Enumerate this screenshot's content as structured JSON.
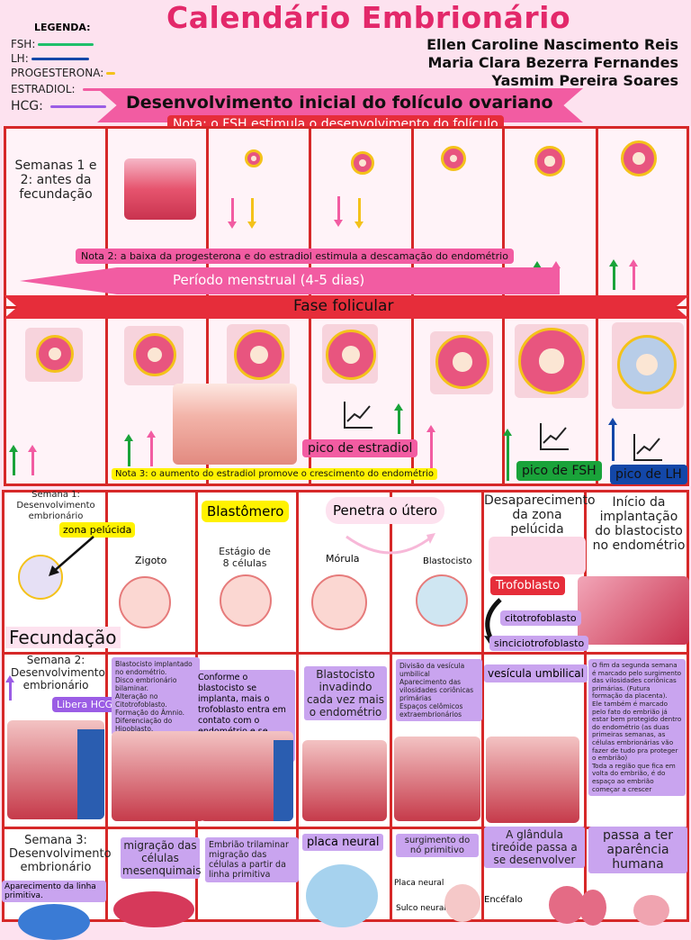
{
  "header": {
    "title": "Calendário Embrionário",
    "authors": [
      "Ellen Caroline Nascimento Reis",
      "Maria Clara Bezerra Fernandes",
      "Yasmim Pereira Soares"
    ]
  },
  "legend": {
    "title": "LEGENDA:",
    "items": [
      {
        "label": "FSH:",
        "color": "#1fbf6a"
      },
      {
        "label": "LH:",
        "color": "#1347a8"
      },
      {
        "label": "PROGESTERONA:",
        "color": "#f4c21a"
      },
      {
        "label": "ESTRADIOL:",
        "color": "#f25ca2"
      },
      {
        "label": "HCG:",
        "color": "#9b5de5"
      }
    ]
  },
  "section1": {
    "ribbon": "Desenvolvimento inicial do folículo ovariano",
    "note1": "Nota: o FSH estimula o desenvolvimento do folículo",
    "weeks_label": "Semanas 1 e 2: antes da fecundação",
    "note2": "Nota 2: a baixa da progesterona e do estradiol estimula a descamação do endométrio",
    "menstrual": "Período menstrual (4-5 dias)",
    "phase": "Fase folicular",
    "note3": "Nota 3: o aumento do estradiol promove o crescimento do endométrio",
    "peak_estradiol": "pico de estradiol",
    "peak_fsh": "pico de FSH",
    "peak_lh": "pico de LH"
  },
  "section2": {
    "week1": "Semana 1: Desenvolvimento embrionário",
    "zona": "zona pelúcida",
    "blastomero": "Blastômero",
    "penetra": "Penetra o útero",
    "desaparecimento": "Desaparecimento da zona pelúcida",
    "inicio": "Início da implantação do blastocisto no endométrio",
    "zigoto": "Zigoto",
    "oito_celulas": "Estágio de 8 células",
    "morula": "Mórula",
    "blastocisto": "Blastocisto",
    "trofoblasto": "Trofoblasto",
    "citotrofoblasto": "citotrofoblasto",
    "sinciciotrofoblasto": "sinciciotrofoblasto",
    "fecundacao": "Fecundação"
  },
  "section3": {
    "week2": "Semana 2: Desenvolvimento embrionário",
    "libera_hcg": "Libera HCG",
    "bullets1": [
      "Blastocisto implantado no endométrio.",
      "Disco embrionário bilaminar.",
      "Alteração no Citotrofoblasto.",
      "Formação do Âmnio.",
      "Diferenciação do Hipoblasto."
    ],
    "conforme": "Conforme o blastocisto se implanta, mais o trofoblasto entra em contato com o endométrio e se diferencia em duas camadas",
    "invadindo": "Blastocisto invadindo cada vez mais o endométrio",
    "bullets2": [
      "Divisão da vesícula umbilical",
      "Aparecimento das vilosidades coriônicas primárias",
      "Espaços celômicos extraembrionários"
    ],
    "vesicula": "vesícula umbilical",
    "bullets3": [
      "O fim da segunda semana é marcado pelo surgimento das vilosidades coriônicas primárias. (Futura formação da placenta).",
      "Ele também é marcado pelo fato do embrião já estar bem protegido dentro do endométrio (as duas primeiras semanas, as células embrionárias vão fazer de tudo pra proteger o embrião)",
      "Toda a região que fica em volta do embrião, é do espaço ao embrião começar a crescer"
    ]
  },
  "section4": {
    "week3": "Semana 3: Desenvolvimento embrionário",
    "linha": "Aparecimento da linha primitiva.",
    "migracao": "migração das células mesenquimais",
    "bullets4": [
      "Embrião trilaminar",
      "migração das células a partir da linha primitiva"
    ],
    "placa": "placa neural",
    "surgimento": "surgimento do nó primitivo",
    "glandula": "A glândula tireóide passa a se desenvolver",
    "aparencia": "passa a ter aparência humana",
    "label_placa": "Placa neural",
    "label_sulco": "Sulco neural",
    "label_encefalo": "Encéfalo"
  }
}
